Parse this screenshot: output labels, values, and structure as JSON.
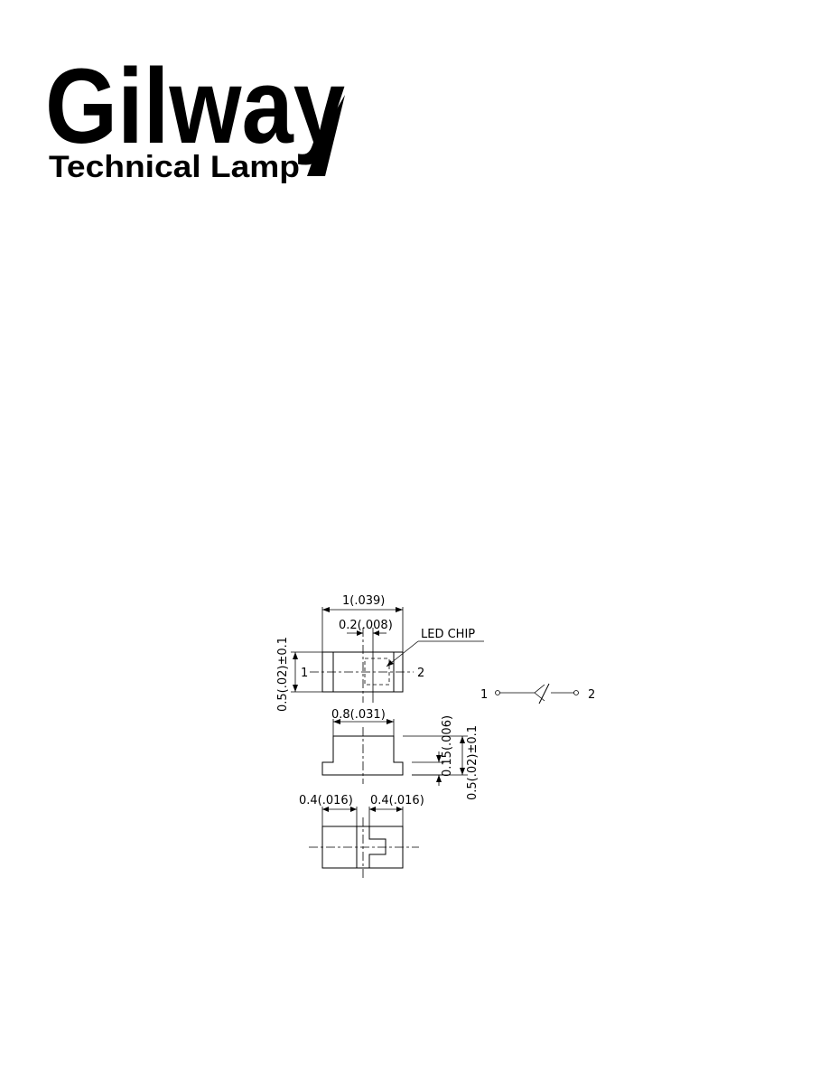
{
  "logo": {
    "brand": "Gilway",
    "tagline": "Technical Lamp"
  },
  "drawing": {
    "top_view": {
      "width_label": "1(.039)",
      "chip_width_label": "0.2(.008)",
      "chip_label": "LED  CHIP",
      "height_label": "0.5(.02)±0.1",
      "pin1": "1",
      "pin2": "2"
    },
    "side_view": {
      "width_label": "0.8(.031)",
      "step_label": "0.15(.006)",
      "height_label": "0.5(.02)±0.1"
    },
    "bottom_view": {
      "pad_left_label": "0.4(.016)",
      "pad_right_label": "0.4(.016)"
    },
    "symbol": {
      "pin1": "1",
      "pin2": "2"
    }
  }
}
